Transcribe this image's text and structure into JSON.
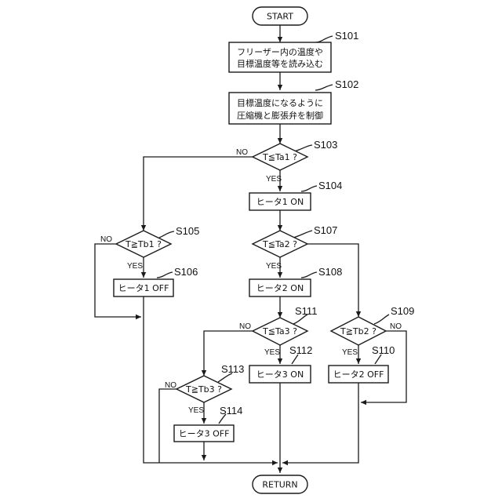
{
  "terminals": {
    "start": "START",
    "end": "RETURN"
  },
  "steps": {
    "s101": {
      "id": "S101",
      "line1": "フリーザー内の温度や",
      "line2": "目標温度等を読み込む"
    },
    "s102": {
      "id": "S102",
      "line1": "目標温度になるように",
      "line2": "圧縮機と膨張弁を制御"
    },
    "s103": {
      "id": "S103",
      "text": "T≦Ta1 ?"
    },
    "s104": {
      "id": "S104",
      "text": "ヒータ1 ON"
    },
    "s105": {
      "id": "S105",
      "text": "T≧Tb1 ?"
    },
    "s106": {
      "id": "S106",
      "text": "ヒータ1 OFF"
    },
    "s107": {
      "id": "S107",
      "text": "T≦Ta2 ?"
    },
    "s108": {
      "id": "S108",
      "text": "ヒータ2 ON"
    },
    "s109": {
      "id": "S109",
      "text": "T≧Tb2 ?"
    },
    "s110": {
      "id": "S110",
      "text": "ヒータ2 OFF"
    },
    "s111": {
      "id": "S111",
      "text": "T≦Ta3 ?"
    },
    "s112": {
      "id": "S112",
      "text": "ヒータ3 ON"
    },
    "s113": {
      "id": "S113",
      "text": "T≧Tb3 ?"
    },
    "s114": {
      "id": "S114",
      "text": "ヒータ3 OFF"
    }
  },
  "branch": {
    "yes": "YES",
    "no": "NO"
  }
}
